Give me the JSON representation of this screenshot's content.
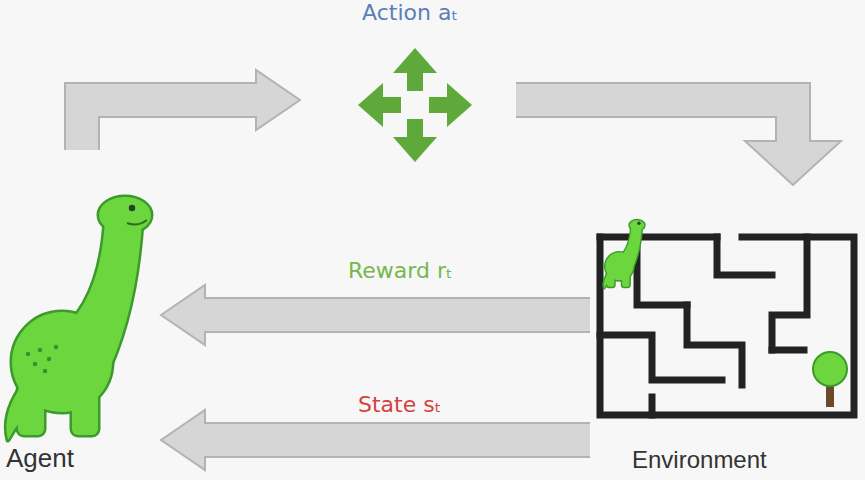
{
  "diagram": {
    "nodes": [
      {
        "text": [
          "Agent"
        ]
      },
      {
        "text": [
          "Environment"
        ]
      }
    ],
    "edges": [
      {
        "from": 0,
        "to": 1,
        "arrow": "to",
        "label": "Action aₜ"
      },
      {
        "from": 1,
        "to": 0,
        "arrow": "to",
        "label": "Reward rₜ"
      },
      {
        "from": 1,
        "to": 0,
        "arrow": "to",
        "label": "State sₜ"
      }
    ]
  }
}
